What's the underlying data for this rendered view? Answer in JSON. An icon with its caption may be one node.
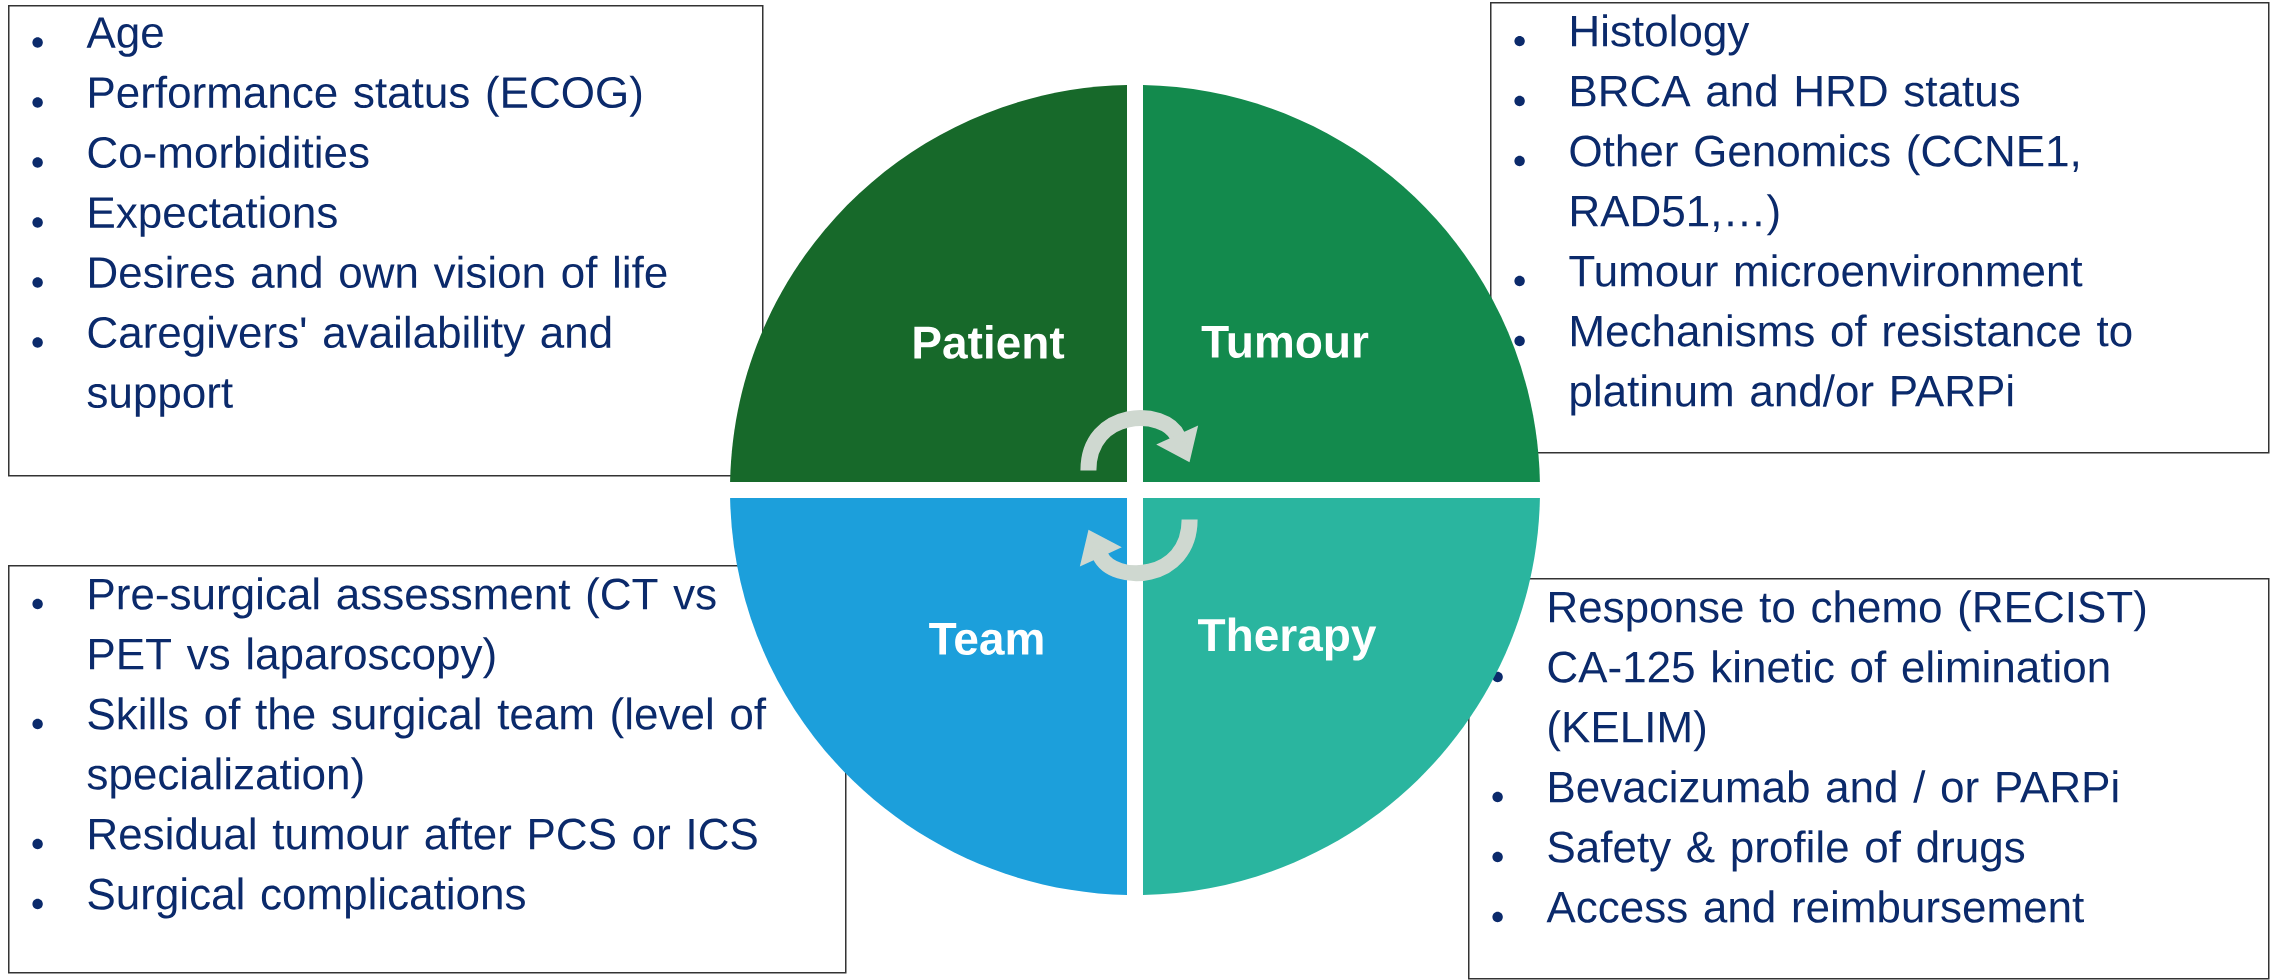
{
  "diagram": {
    "nodes": [
      {
        "text": [
          "Patient"
        ]
      },
      {
        "text": [
          "Tumour"
        ]
      },
      {
        "text": [
          "Team"
        ]
      },
      {
        "text": [
          "Therapy"
        ]
      },
      {
        "text": [
          "Age",
          "Performance status (ECOG)",
          "Co-morbidities",
          "Expectations",
          "Desires and own vision of life",
          "Caregivers' availability and support"
        ]
      },
      {
        "text": [
          "Histology",
          "BRCA and HRD status",
          "Other Genomics (CCNE1, RAD51,…)",
          "Tumour microenvironment",
          "Mechanisms of resistance to platinum and/or PARPi"
        ]
      },
      {
        "text": [
          "Pre-surgical assessment (CT vs PET vs laparoscopy)",
          "Skills of the surgical team (level of specialization)",
          "Residual tumour after PCS or ICS",
          "Surgical complications"
        ]
      },
      {
        "text": [
          "Response to chemo (RECIST)",
          "CA-125 kinetic of elimination (KELIM)",
          "Bevacizumab and / or PARPi",
          "Safety & profile of drugs",
          "Access and reimbursement"
        ]
      }
    ],
    "edges": [
      {
        "from": 0,
        "to": 1,
        "arrow": "to"
      },
      {
        "from": 3,
        "to": 2,
        "arrow": "to"
      }
    ]
  }
}
